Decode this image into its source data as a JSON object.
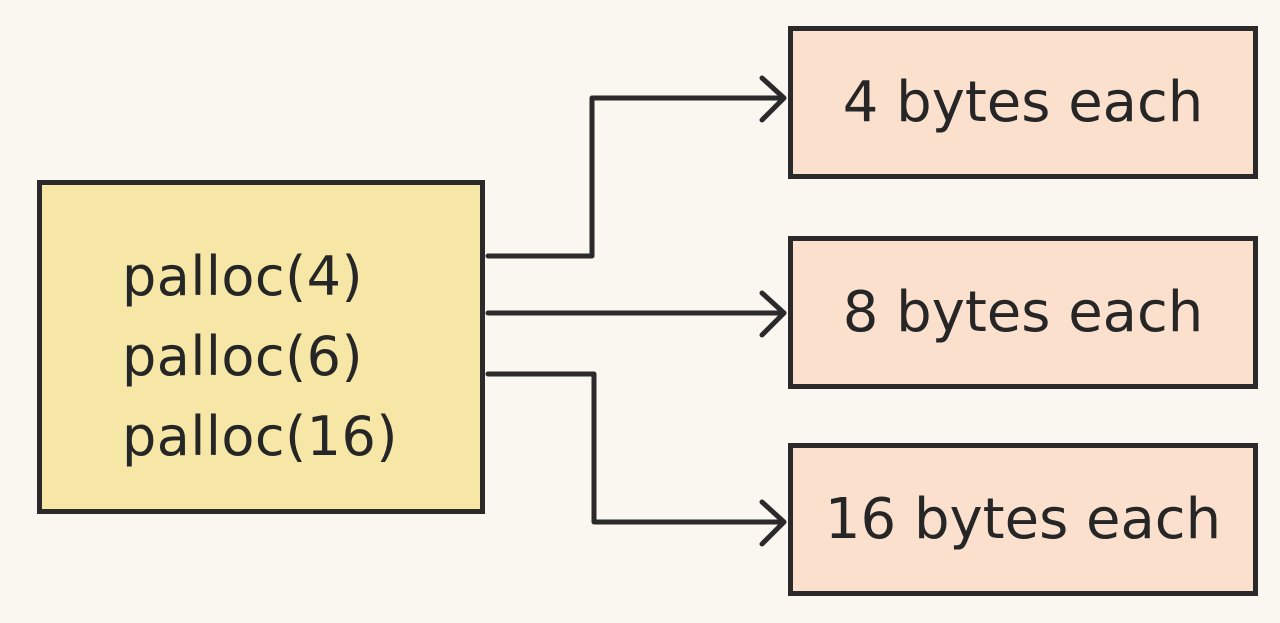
{
  "source": {
    "calls": [
      "palloc(4)",
      "palloc(6)",
      "palloc(16)"
    ]
  },
  "targets": [
    {
      "label": "4 bytes each"
    },
    {
      "label": "8 bytes each"
    },
    {
      "label": "16 bytes each"
    }
  ],
  "colors": {
    "background": "#faf6f0",
    "source_fill": "#f6e7a6",
    "target_fill": "#fbe1cd",
    "stroke": "#2a2a2a"
  }
}
